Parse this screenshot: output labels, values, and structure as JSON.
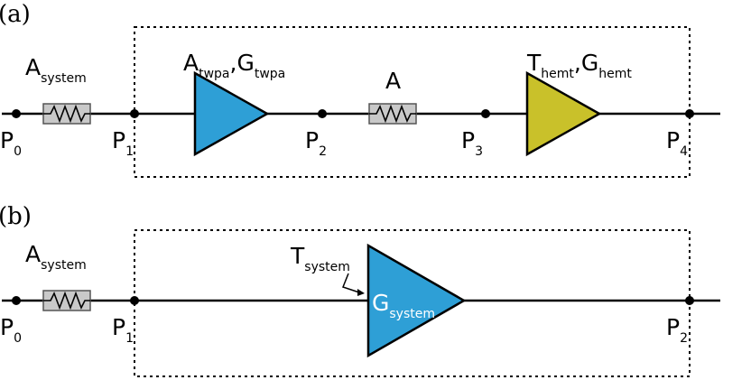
{
  "panel_a": {
    "label": "(a)",
    "attenuator_in": {
      "main": "A",
      "sub": "system"
    },
    "twpa": {
      "a_main": "A",
      "a_sub": "twpa",
      "comma": ",",
      "g_main": "G",
      "g_sub": "twpa",
      "color": "#2e9fd6"
    },
    "attenuator_mid": {
      "main": "A"
    },
    "hemt": {
      "t_main": "T",
      "t_sub": "hemt",
      "comma": ",",
      "g_main": "G",
      "g_sub": "hemt",
      "color": "#c9c12a"
    },
    "ports": [
      {
        "main": "P",
        "sub": "0"
      },
      {
        "main": "P",
        "sub": "1"
      },
      {
        "main": "P",
        "sub": "2"
      },
      {
        "main": "P",
        "sub": "3"
      },
      {
        "main": "P",
        "sub": "4"
      }
    ]
  },
  "panel_b": {
    "label": "(b)",
    "attenuator_in": {
      "main": "A",
      "sub": "system"
    },
    "system_amp": {
      "g_main": "G",
      "g_sub": "system",
      "t_main": "T",
      "t_sub": "system",
      "color": "#2e9fd6"
    },
    "ports": [
      {
        "main": "P",
        "sub": "0"
      },
      {
        "main": "P",
        "sub": "1"
      },
      {
        "main": "P",
        "sub": "2"
      }
    ]
  }
}
